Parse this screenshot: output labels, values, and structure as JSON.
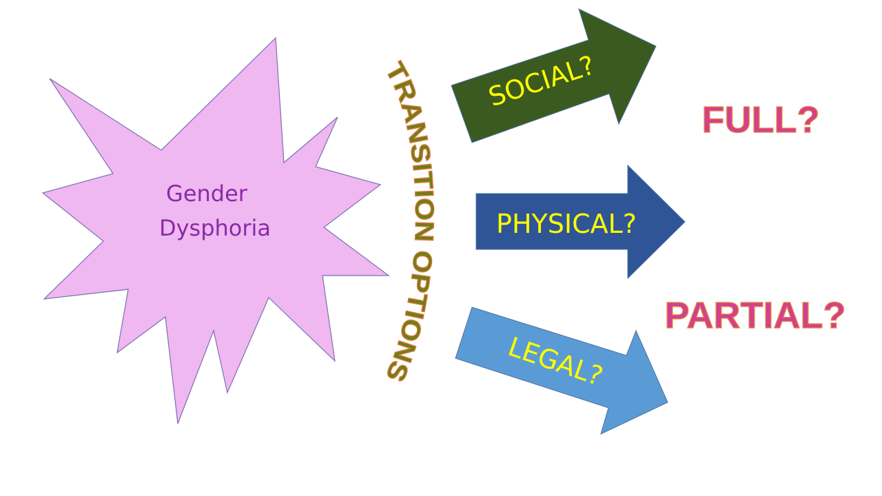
{
  "center": {
    "line1": "Gender",
    "line2": "Dysphoria"
  },
  "arc_label": "TRANSITION OPTIONS",
  "arrows": {
    "social": "SOCIAL?",
    "physical": "PHYSICAL?",
    "legal": "LEGAL?"
  },
  "outcomes": {
    "full": "FULL?",
    "partial": "PARTIAL?"
  },
  "colors": {
    "starFill": "#efb8f0",
    "starStroke": "#7a6fb0",
    "centerText": "#8a2aa8",
    "arcFill": "#6e7e18",
    "arcStroke": "#e0783a",
    "socialArrow": "#3b5a1f",
    "physicalArrow": "#2f5597",
    "legalArrow": "#5b9bd5",
    "arrowText": "#ffff00",
    "outcomeFill": "#d3408d",
    "outcomeStroke": "#e2863d"
  }
}
